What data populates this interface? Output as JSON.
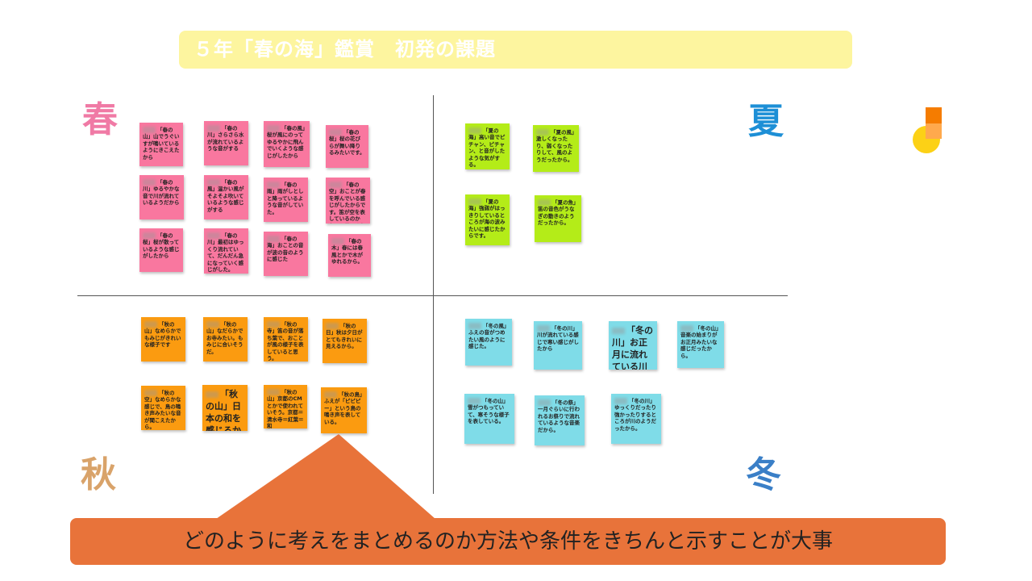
{
  "title": "５年「春の海」鑑賞　初発の課題",
  "seasons": {
    "spring": "春",
    "summer": "夏",
    "autumn": "秋",
    "winter": "冬"
  },
  "callout": "どのように考えをまとめるのか方法や条件をきちんと示すことが大事",
  "colors": {
    "spring": "#f9779f",
    "summer": "#b4ec18",
    "autumn": "#fb9b10",
    "winter": "#7fdce8",
    "callout": "#e8733a",
    "title_bar": "#fdf59f"
  },
  "notes": {
    "spring": [
      "「春の山」山でうぐいすが鳴いているようにきこえたから",
      "「春の川」さらさら水が流れているような音がする",
      "「春の風」桜が風にのってゆるやかに飛んでいくような感じがしたから",
      "「春の桜」桜の花びらが舞い降りるみたいです。",
      "「春の川」ゆるやかな音で川が流れているようだから",
      "「春の風」温かい風がそよそよ吹いているような感じがする",
      "「春の雨」雨がしとしと降っているような音がしていた。",
      "「春の空」おことが春を呼んでいる感じがしたからです。笛が空を表しているのかな、と思いました。",
      "「春の桜」桜が散っているような感じがしたから",
      "「春の川」最初はゆっくり流れていて、だんだん急になっていく感じがした。",
      "「春の海」おことの音が波の音のように感じた",
      "「春の木」春には春風とかで木がゆれるから。"
    ],
    "summer": [
      "「夏の海」高い音でピチャン、ピチャン、と音がしたような気がする。",
      "「夏の風」激しくなったり、弱くなったりして、風のようだったから。",
      "「夏の海」強弱がはっきりしているところが海の波みたいに感じたからです。",
      "「夏の魚」笛の音色がうなぎの動きのようだったから。"
    ],
    "autumn": [
      "「秋の山」なめらかでもみじがきれいな様子です",
      "「秋の山」なだらかでお寺みたい。もみじに合いそうだ。",
      "「秋の寺」笛の音が落ち葉で、おことが風の様子を表していると思う。",
      "「秋の日」秋は夕日がとてもきれいに見えるから。",
      "「秋の空」なめらかな感じで、鳥の鳴き声みたいな音が聞こえたから。",
      "「秋の山」日本の和を感じるから。",
      "「秋の山」京都のCMとかで使われていそう。京都＝清水寺＝紅葉＝和",
      "「秋の鳥」ふえが「ピピピー」という鳥の鳴き声を表している。"
    ],
    "winter": [
      "「冬の風」ふえの音がつめたい風のように感じた。",
      "「冬の川」川が流れている感じで寒い感じがしたから",
      "「冬の川」お正月に流れている川の様子",
      "「冬の山」音楽の始まりがお正月みたいな感じだったから。",
      "「冬の山」雪がつもっていて、寒そうな様子を表している。",
      "「冬の祭」一月ぐらいに行われるお祭りで流れているような音楽だから。",
      "「冬の川」ゆっくりだったり強かったりするところが川のようだったから。"
    ]
  }
}
